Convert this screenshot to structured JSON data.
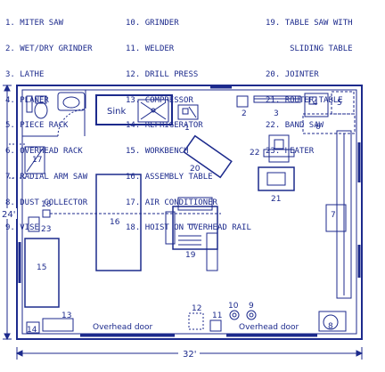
{
  "legend": {
    "col1": [
      {
        "num": "1.",
        "label": "MITER SAW"
      },
      {
        "num": "2.",
        "label": "WET/DRY GRINDER"
      },
      {
        "num": "3.",
        "label": "LATHE"
      },
      {
        "num": "4.",
        "label": "PLANER"
      },
      {
        "num": "5.",
        "label": "PIECE RACK"
      },
      {
        "num": "6.",
        "label": "OVERHEAD RACK"
      },
      {
        "num": "7.",
        "label": "RADIAL ARM SAW"
      },
      {
        "num": "8.",
        "label": "DUST COLLECTOR"
      },
      {
        "num": "9.",
        "label": "VISE"
      }
    ],
    "col2": [
      {
        "num": "10.",
        "label": "GRINDER"
      },
      {
        "num": "11.",
        "label": "WELDER"
      },
      {
        "num": "12.",
        "label": "DRILL PRESS"
      },
      {
        "num": "13.",
        "label": "COMPRESSOR"
      },
      {
        "num": "14.",
        "label": "REFRIGERATOR"
      },
      {
        "num": "15.",
        "label": "WORKBENCH"
      },
      {
        "num": "16.",
        "label": "ASSEMBLY TABLE"
      },
      {
        "num": "17.",
        "label": "AIR CONDITIONER"
      },
      {
        "num": "18.",
        "label": "HOIST ON OVERHEAD RAIL"
      }
    ],
    "col3": [
      {
        "num": "19.",
        "label": "TABLE SAW WITH"
      },
      {
        "num": "",
        "label": "     SLIDING TABLE"
      },
      {
        "num": "20.",
        "label": "JOINTER"
      },
      {
        "num": "21.",
        "label": "ROUTER TABLE"
      },
      {
        "num": "22.",
        "label": "BAND SAW"
      },
      {
        "num": "23.",
        "label": "HEATER"
      }
    ]
  },
  "plan": {
    "sink_label": "Sink",
    "overhead_door_left": "Overhead door",
    "overhead_door_right": "Overhead door",
    "dim_width": "32'",
    "dim_height": "24'",
    "item_numbers": [
      "1",
      "2",
      "3",
      "4",
      "5",
      "6",
      "7",
      "8",
      "9",
      "10",
      "11",
      "12",
      "13",
      "14",
      "15",
      "16",
      "17",
      "18",
      "19",
      "20",
      "21",
      "22",
      "23"
    ]
  },
  "colors": {
    "ink": "#1c2a8c",
    "wall": "#1c2a8c"
  }
}
